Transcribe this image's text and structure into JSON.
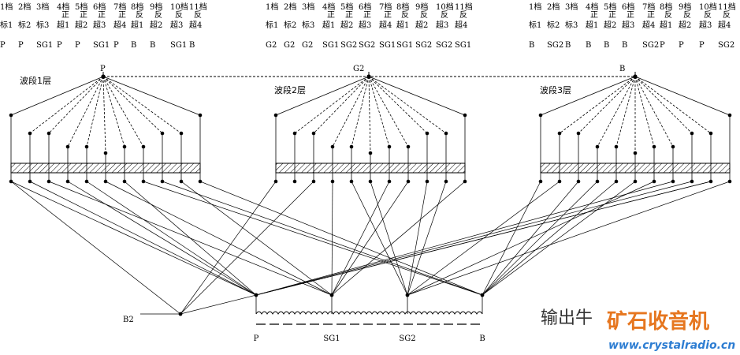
{
  "positions": [
    {
      "num": "1档",
      "l1": "",
      "l2": "标1"
    },
    {
      "num": "2档",
      "l1": "",
      "l2": "标2"
    },
    {
      "num": "3档",
      "l1": "",
      "l2": "标3"
    },
    {
      "num": "4档",
      "l1": "正",
      "l2": "超1"
    },
    {
      "num": "5档",
      "l1": "正",
      "l2": "超2"
    },
    {
      "num": "6档",
      "l1": "正",
      "l2": "超3"
    },
    {
      "num": "7档",
      "l1": "正",
      "l2": "超4"
    },
    {
      "num": "8档",
      "l1": "反",
      "l2": "超1"
    },
    {
      "num": "9档",
      "l1": "反",
      "l2": "超2"
    },
    {
      "num": "10档",
      "l1": "反",
      "l2": "超3"
    },
    {
      "num": "11档",
      "l1": "反",
      "l2": "超4"
    }
  ],
  "layers": [
    {
      "label": "波段1层",
      "rotor": "P",
      "assign": [
        "P",
        "P",
        "SG1",
        "P",
        "P",
        "SG1",
        "P",
        "B",
        "B",
        "SG1",
        "B"
      ]
    },
    {
      "label": "波段2层",
      "rotor": "G2",
      "assign": [
        "G2",
        "G2",
        "G2",
        "SG1",
        "SG2",
        "SG2",
        "SG1",
        "SG1",
        "SG2",
        "SG2",
        "SG1"
      ]
    },
    {
      "label": "波段3层",
      "rotor": "B",
      "assign": [
        "B",
        "SG2",
        "B",
        "B",
        "B",
        "B",
        "SG2",
        "P",
        "P",
        "P",
        "SG2"
      ]
    }
  ],
  "output": {
    "title": "输出牛",
    "terminals": [
      "P",
      "SG1",
      "SG2",
      "B"
    ],
    "input": "B2"
  },
  "watermark": {
    "name": "矿石收音机",
    "url": "www.crystalradio.cn"
  },
  "colors": {
    "ink": "#000000",
    "logo": "#e6761f",
    "url": "#2d7dd2"
  }
}
